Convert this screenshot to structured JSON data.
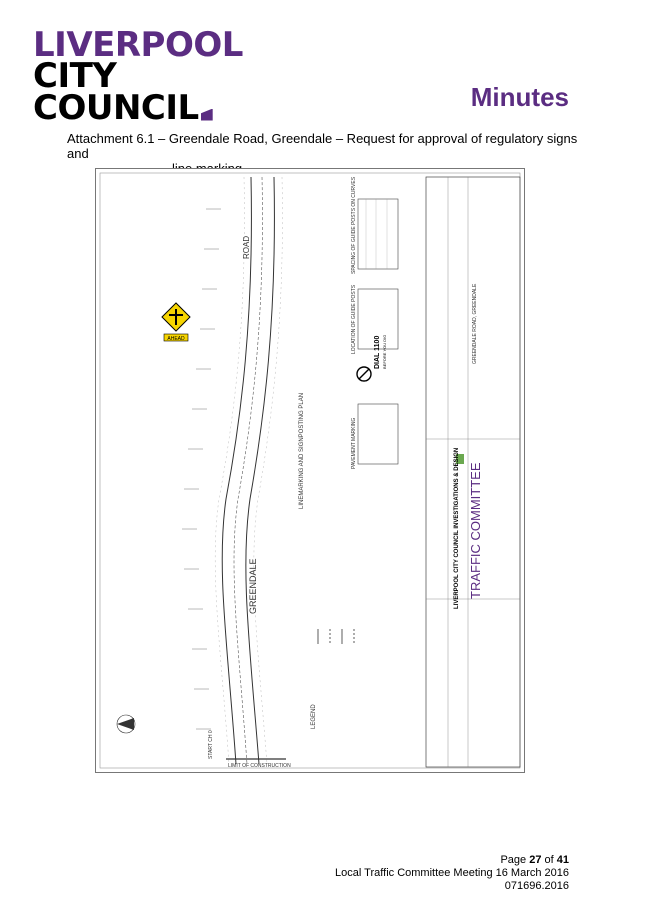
{
  "header": {
    "logo_line1": "LIVERPOOL",
    "logo_line2": "CITY",
    "logo_line3": "COUNCIL",
    "title": "Minutes"
  },
  "caption": {
    "line1": "Attachment 6.1 – Greendale Road, Greendale – Request for approval of regulatory signs and",
    "line2": "line marking"
  },
  "plan": {
    "road_name": "GREENDALE",
    "road_label": "ROAD",
    "plan_title": "LINEMARKING AND SIGNPOSTING PLAN",
    "legend_title": "LEGEND",
    "guide_posts_title": "LOCATION OF GUIDE POSTS",
    "spacing_title": "SPACING OF GUIDE POSTS ON CURVES",
    "pavement_title": "PAVEMENT MARKING",
    "dial": "DIAL 1100",
    "dial_sub": "BEFORE YOU DIG",
    "council": "LIVERPOOL CITY COUNCIL INVESTIGATIONS & DESIGN",
    "committee": "TRAFFIC COMMITTEE",
    "limit": "LIMIT OF CONSTRUCTION",
    "start": "START CH 0",
    "sign_text": "AHEAD",
    "project": "GREENDALE ROAD, GREENDALE",
    "colors": {
      "purple": "#5b2d82",
      "sign_yellow": "#f6d400"
    }
  },
  "footer": {
    "page_prefix": "Page ",
    "page_num": "27",
    "page_of": " of ",
    "page_total": "41",
    "meeting": "Local Traffic Committee Meeting 16 March 2016",
    "ref": "071696.2016"
  }
}
